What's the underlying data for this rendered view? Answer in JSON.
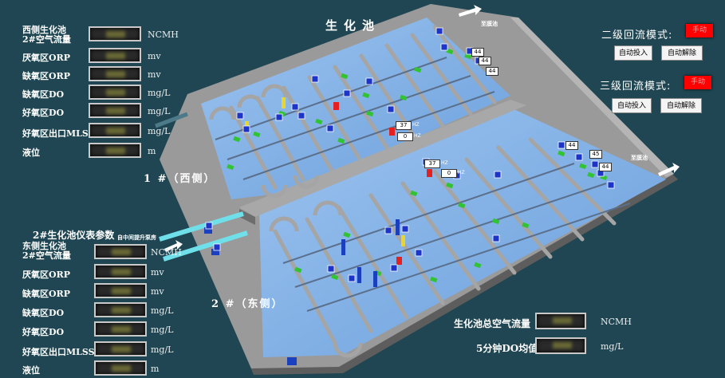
{
  "header": {
    "title": "生化池"
  },
  "outlets": {
    "to_membrane_top": "至膜池",
    "to_membrane_right": "至膜池",
    "from_pump": "自中间提升泵房"
  },
  "sections": {
    "west": "1 #（西侧）",
    "east": "2 #（东侧）"
  },
  "west_panel": {
    "rows": [
      {
        "label": "西侧生化池\n2#空气流量",
        "unit": "NCMH"
      },
      {
        "label": "厌氧区ORP",
        "unit": "mv"
      },
      {
        "label": "缺氧区ORP",
        "unit": "mv"
      },
      {
        "label": "缺氧区DO",
        "unit": "mg/L"
      },
      {
        "label": "好氧区DO",
        "unit": "mg/L"
      },
      {
        "label": "好氧区出口MLSS",
        "unit": "mg/L"
      },
      {
        "label": "液位",
        "unit": "m"
      }
    ]
  },
  "east_panel": {
    "title": "2#生化池仪表参数",
    "rows": [
      {
        "label": "东侧生化池\n2#空气流量",
        "unit": "NCMH"
      },
      {
        "label": "厌氧区ORP",
        "unit": "mv"
      },
      {
        "label": "缺氧区ORP",
        "unit": "mv"
      },
      {
        "label": "缺氧区DO",
        "unit": "mg/L"
      },
      {
        "label": "好氧区DO",
        "unit": "mg/L"
      },
      {
        "label": "好氧区出口MLSS",
        "unit": "mg/L"
      },
      {
        "label": "液位",
        "unit": "m"
      }
    ]
  },
  "return_mode": {
    "secondary": {
      "title": "二级回流模式:",
      "status": "手动",
      "auto_on": "自动投入",
      "auto_off": "自动解除"
    },
    "tertiary": {
      "title": "三级回流模式:",
      "status": "手动",
      "auto_on": "自动投入",
      "auto_off": "自动解除"
    }
  },
  "summary": {
    "total_air": {
      "label": "生化池总空气流量",
      "unit": "NCMH"
    },
    "do_avg": {
      "label": "5分钟DO均值",
      "unit": "mg/L"
    }
  },
  "mixers": {
    "west_hz": [
      "37",
      "0"
    ],
    "east_hz": [
      "37",
      "0"
    ],
    "top_right": [
      "44",
      "44",
      "44"
    ],
    "mid_right": [
      "44",
      "45",
      "44"
    ],
    "hz_unit": "HZ"
  },
  "colors": {
    "background": "#1f4652",
    "water": "#7fb0e6",
    "wall": "#8e8e8e",
    "alarm": "#ff0000"
  }
}
